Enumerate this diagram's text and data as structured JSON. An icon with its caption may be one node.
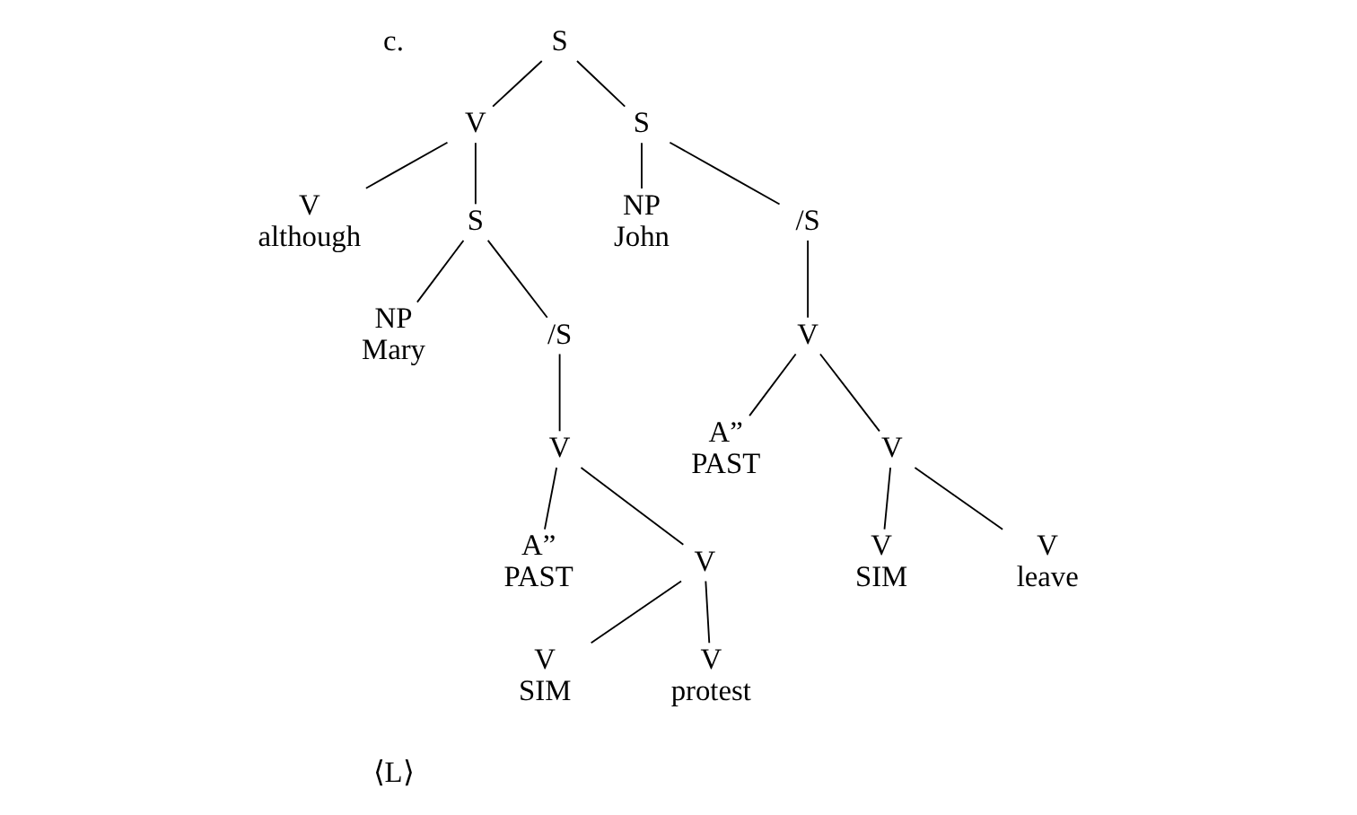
{
  "diagram": {
    "nodes": [
      {
        "text": [
          "S"
        ]
      },
      {
        "text": [
          "V"
        ]
      },
      {
        "text": [
          "V",
          "although"
        ]
      },
      {
        "text": [
          "S"
        ]
      },
      {
        "text": [
          "NP",
          "Mary"
        ]
      },
      {
        "text": [
          "/S"
        ]
      },
      {
        "text": [
          "V"
        ]
      },
      {
        "text": [
          "A”",
          "PAST"
        ]
      },
      {
        "text": [
          "V"
        ]
      },
      {
        "text": [
          "V",
          "SIM"
        ]
      },
      {
        "text": [
          "V",
          "protest"
        ]
      },
      {
        "text": [
          "S"
        ]
      },
      {
        "text": [
          "NP",
          "John"
        ]
      },
      {
        "text": [
          "/S"
        ]
      },
      {
        "text": [
          "V"
        ]
      },
      {
        "text": [
          "A”",
          "PAST"
        ]
      },
      {
        "text": [
          "V"
        ]
      },
      {
        "text": [
          "V",
          "SIM"
        ]
      },
      {
        "text": [
          "V",
          "leave"
        ]
      }
    ],
    "edges": [
      {
        "from": 0,
        "to": 1,
        "arrow": "none"
      },
      {
        "from": 0,
        "to": 11,
        "arrow": "none"
      },
      {
        "from": 1,
        "to": 2,
        "arrow": "none"
      },
      {
        "from": 1,
        "to": 3,
        "arrow": "none"
      },
      {
        "from": 3,
        "to": 4,
        "arrow": "none"
      },
      {
        "from": 3,
        "to": 5,
        "arrow": "none"
      },
      {
        "from": 5,
        "to": 6,
        "arrow": "none"
      },
      {
        "from": 6,
        "to": 7,
        "arrow": "none"
      },
      {
        "from": 6,
        "to": 8,
        "arrow": "none"
      },
      {
        "from": 8,
        "to": 9,
        "arrow": "none"
      },
      {
        "from": 8,
        "to": 10,
        "arrow": "none"
      },
      {
        "from": 11,
        "to": 12,
        "arrow": "none"
      },
      {
        "from": 11,
        "to": 13,
        "arrow": "none"
      },
      {
        "from": 13,
        "to": 14,
        "arrow": "none"
      },
      {
        "from": 14,
        "to": 15,
        "arrow": "none"
      },
      {
        "from": 14,
        "to": 16,
        "arrow": "none"
      },
      {
        "from": 16,
        "to": 17,
        "arrow": "none"
      },
      {
        "from": 16,
        "to": 18,
        "arrow": "none"
      }
    ],
    "labels": [
      "c.",
      "⟨L⟩"
    ]
  }
}
